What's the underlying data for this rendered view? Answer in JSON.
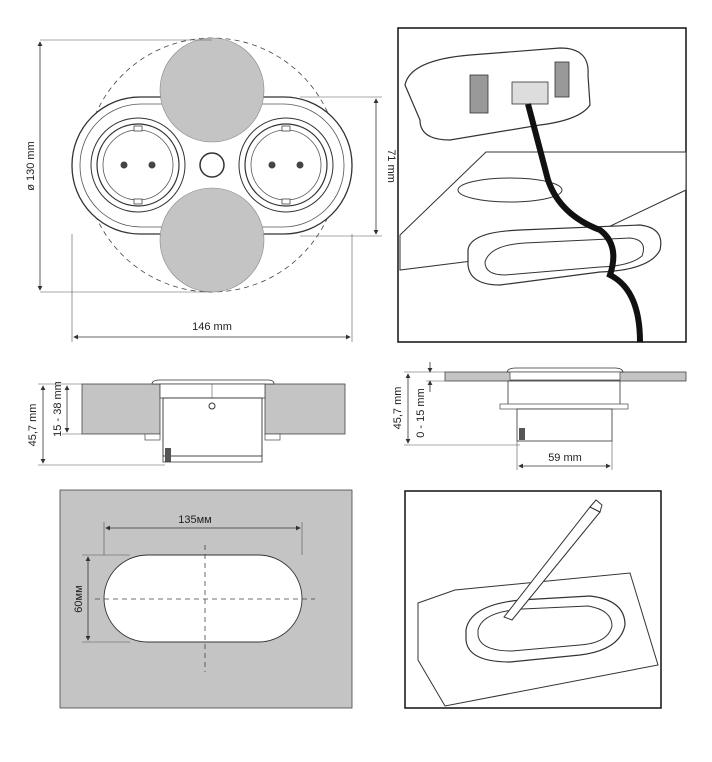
{
  "top_view": {
    "diameter_label": "ø 130 mm",
    "height_label": "71 mm",
    "width_label": "146 mm"
  },
  "side_view_open": {
    "total_height_label": "45,7 mm",
    "thickness_range_label": "15 - 38 mm"
  },
  "side_view_closed": {
    "total_height_label": "45,7 mm",
    "thickness_range_label": "0 - 15 mm",
    "width_label": "59 mm"
  },
  "cutout_view": {
    "width_label": "135мм",
    "height_label": "60мм"
  },
  "colors": {
    "panel_gray": "#c4c4c4",
    "line": "#333333",
    "lid_gray": "#bdbdbd"
  }
}
